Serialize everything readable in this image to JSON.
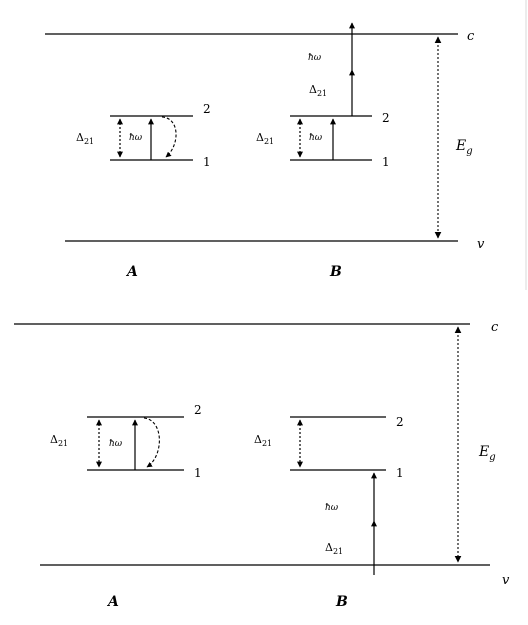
{
  "top_panel": {
    "band_top_label": "c",
    "band_bottom_label": "v",
    "gap_label_main": "E",
    "gap_label_sub": "g",
    "system_a": {
      "upper_level_label": "2",
      "lower_level_label": "1",
      "splitting_label_main": "Δ",
      "splitting_label_sub": "21",
      "photon_label": "ħω"
    },
    "system_b": {
      "upper_level_label": "2",
      "lower_level_label": "1",
      "splitting_label_main": "Δ",
      "splitting_label_sub": "21",
      "photon_label": "ħω",
      "upper_photon_label": "ħω",
      "upper_splitting_main": "Δ",
      "upper_splitting_sub": "21"
    },
    "panel_a_label": "A",
    "panel_b_label": "B"
  },
  "bottom_panel": {
    "band_top_label": "c",
    "band_bottom_label": "v",
    "gap_label_main": "E",
    "gap_label_sub": "g",
    "system_a": {
      "upper_level_label": "2",
      "lower_level_label": "1",
      "splitting_label_main": "Δ",
      "splitting_label_sub": "21",
      "photon_label": "ħω"
    },
    "system_b": {
      "upper_level_label": "2",
      "lower_level_label": "1",
      "splitting_label_main": "Δ",
      "splitting_label_sub": "21",
      "lower_photon_label": "ħω",
      "lower_splitting_main": "Δ",
      "lower_splitting_sub": "21"
    },
    "panel_a_label": "A",
    "panel_b_label": "B"
  }
}
